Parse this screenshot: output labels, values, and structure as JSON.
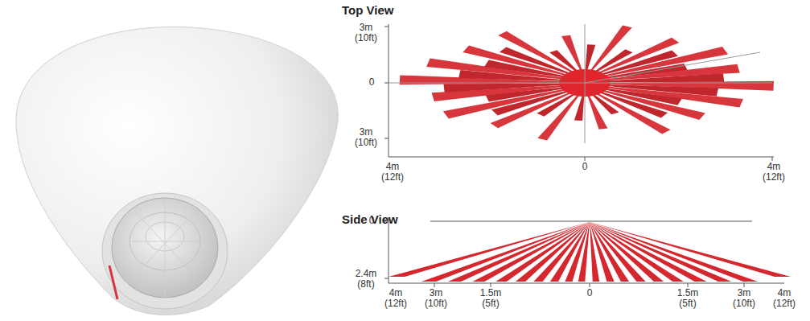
{
  "diagram": {
    "labels": [
      "Top View",
      "3m (10ft)",
      "0",
      "3m (10ft)",
      "4m (12ft)",
      "0",
      "4m (12ft)",
      "Side View",
      "0",
      "2.4m (8ft)",
      "4m (12ft)",
      "3m (10ft)",
      "1.5m (5ft)",
      "0",
      "1.5m (5ft)",
      "3m (10ft)",
      "4m (12ft)"
    ]
  }
}
